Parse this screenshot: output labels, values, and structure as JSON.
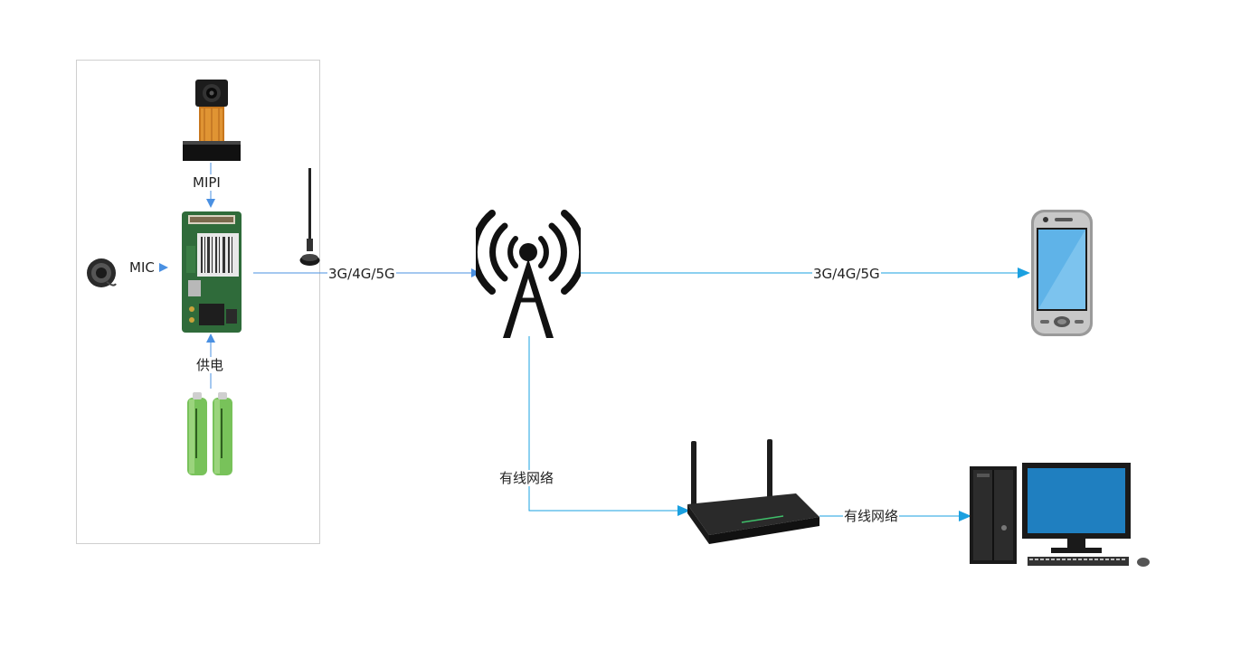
{
  "labels": {
    "mipi": "MIPI",
    "mic": "MIC",
    "power": "供电",
    "link_left": "3G/4G/5G",
    "link_right": "3G/4G/5G",
    "wired_down": "有线网络",
    "wired_right": "有线网络"
  },
  "colors": {
    "arrow_blue_left": "#4a90e2",
    "arrow_blue_right": "#1aa0e0",
    "board_green": "#2f6b3a",
    "battery_green": "#78c25a",
    "tower_black": "#111111",
    "phone_screen": "#5fb3e8",
    "monitor_screen": "#1f7fc0"
  },
  "icons": [
    "camera-module-icon",
    "mic-icon",
    "pcb-board-icon",
    "battery-icon",
    "antenna-icon",
    "cell-tower-icon",
    "smartphone-icon",
    "router-icon",
    "desktop-computer-icon"
  ]
}
